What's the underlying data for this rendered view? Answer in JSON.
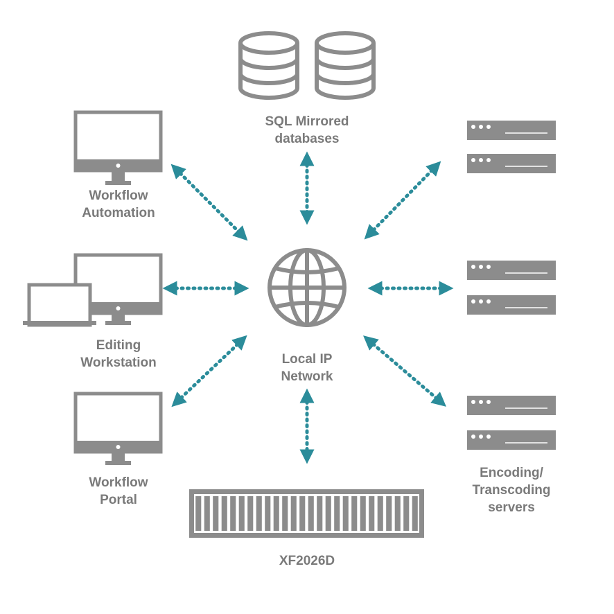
{
  "nodes": {
    "sql": {
      "lines": [
        "SQL Mirrored",
        "databases"
      ],
      "icon": "database-icon"
    },
    "automation": {
      "lines": [
        "Workflow",
        "Automation"
      ],
      "icon": "monitor-icon"
    },
    "editing": {
      "lines": [
        "Editing",
        "Workstation"
      ],
      "icon": "laptop-and-monitor-icon"
    },
    "portal": {
      "lines": [
        "Workflow",
        "Portal"
      ],
      "icon": "monitor-icon"
    },
    "network": {
      "lines": [
        "Local IP",
        "Network"
      ],
      "icon": "globe-icon"
    },
    "storage": {
      "lines": [
        "XF2026D"
      ],
      "icon": "storage-array-icon"
    },
    "encoding": {
      "lines": [
        "Encoding/",
        "Transcoding",
        "servers"
      ],
      "icon": "server-rack-icon"
    }
  },
  "colors": {
    "icon": "#8c8c8c",
    "text": "#7a7a7a",
    "arrow": "#2b8c9a",
    "background": "#ffffff"
  }
}
